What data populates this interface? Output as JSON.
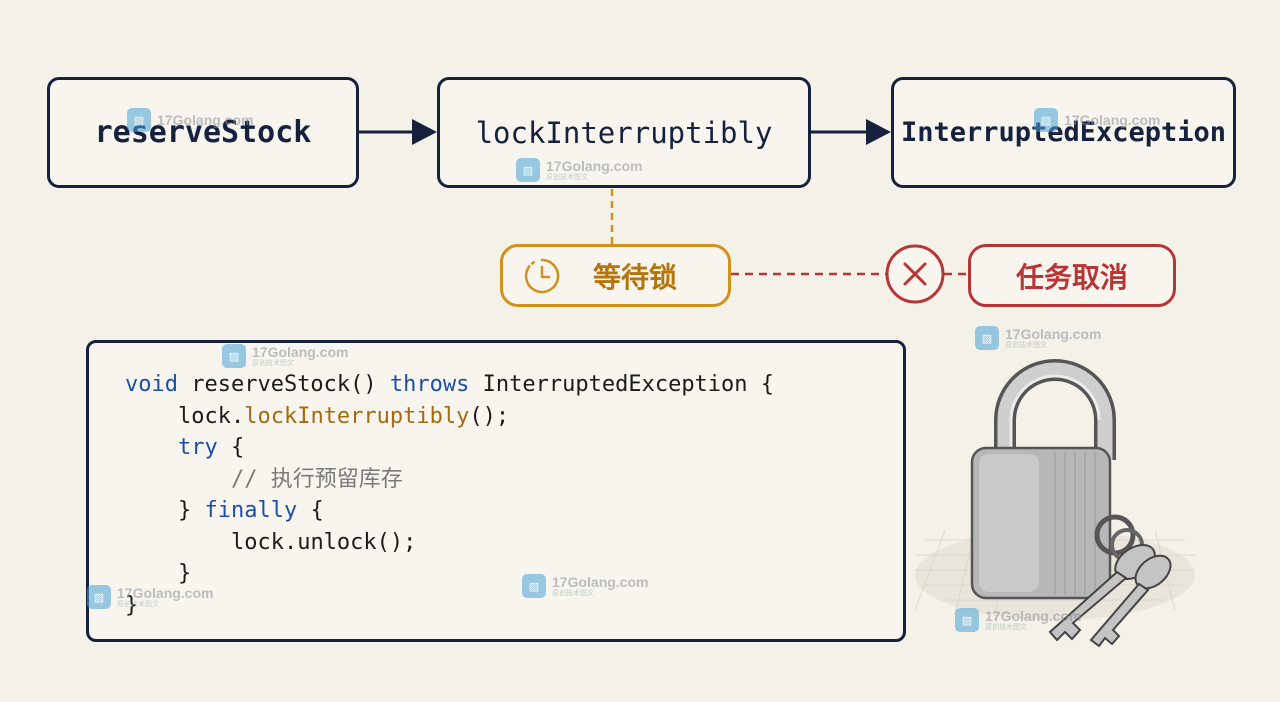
{
  "flow": {
    "step1": "reserveStock",
    "step2": "lockInterruptibly",
    "step3": "InterruptedException"
  },
  "states": {
    "waiting_label": "等待锁",
    "waiting_icon": "clock-icon",
    "waiting_color": "#d1921c",
    "cancel_icon": "x-circle-icon",
    "cancel_label": "任务取消",
    "cancel_color": "#b83535"
  },
  "code": {
    "l1": {
      "kw_void": "void",
      "sig": " reserveStock() ",
      "kw_throws": "throws",
      "rest": " InterruptedException {"
    },
    "l2": {
      "pre": "lock.",
      "method": "lockInterruptibly",
      "post": "();"
    },
    "l3": {
      "kw_try": "try",
      "rest": " {"
    },
    "l4": {
      "comment": "// 执行预留库存"
    },
    "l5": {
      "pre": "} ",
      "kw_finally": "finally",
      "rest": " {"
    },
    "l6": {
      "text": "lock.unlock();"
    },
    "l7": {
      "text": "}"
    },
    "l8": {
      "text": "}"
    }
  },
  "illustration": {
    "icon": "padlock-with-keys-icon"
  },
  "watermark": {
    "text": "17Golang.com",
    "sub": "原创技术图文"
  }
}
